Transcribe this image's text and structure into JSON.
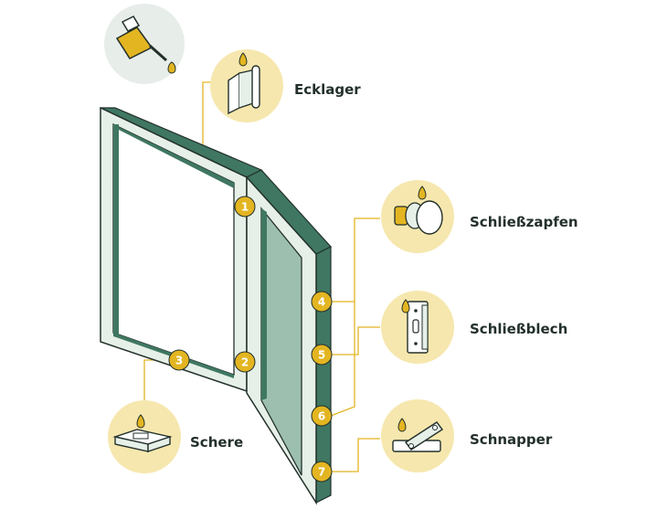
{
  "parts": [
    {
      "number": "1",
      "label": "Ecklager",
      "icon": "corner-bearing-icon"
    },
    {
      "number": "2",
      "label": "",
      "icon": ""
    },
    {
      "number": "3",
      "label": "Schere",
      "icon": "scissor-stay-icon"
    },
    {
      "number": "4",
      "label": "Schließzapfen",
      "icon": "locking-cam-icon"
    },
    {
      "number": "5",
      "label": "Schließblech",
      "icon": "striker-plate-icon"
    },
    {
      "number": "6",
      "label": "",
      "icon": ""
    },
    {
      "number": "7",
      "label": "Schnapper",
      "icon": "latch-icon"
    }
  ],
  "oil_icon": "oil-can-icon",
  "colors": {
    "frame_green": "#3f7762",
    "frame_light": "#e6f0e8",
    "glass": "#9dbfb0",
    "badge": "#e3b521",
    "circle_bg": "#f6e7ae",
    "oil_bg": "#e7ede9",
    "line": "#e3b521",
    "text": "#23302b"
  }
}
